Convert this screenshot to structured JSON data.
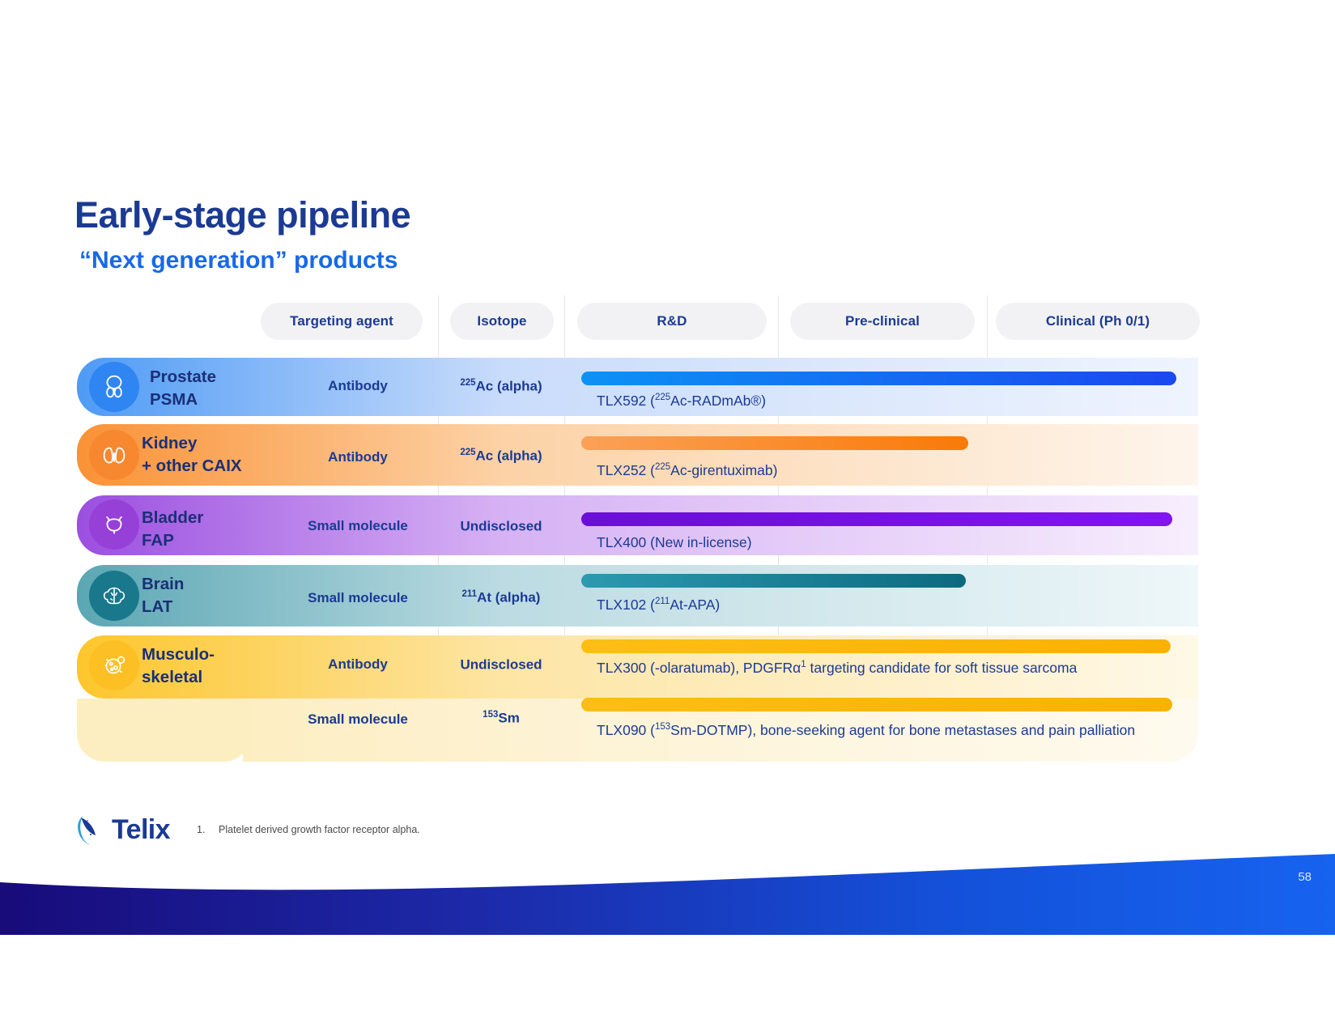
{
  "header": {
    "title": "Early-stage pipeline",
    "subtitle": "“Next generation” products"
  },
  "columns": [
    {
      "label": "Targeting agent"
    },
    {
      "label": "Isotope"
    },
    {
      "label": "R&D"
    },
    {
      "label": "Pre-clinical"
    },
    {
      "label": "Clinical (Ph 0/1)"
    }
  ],
  "rows": [
    {
      "indication": "Prostate",
      "target": "PSMA",
      "icon": "prostate-icon",
      "agent": "Antibody",
      "isotope_sup": "225",
      "isotope": "Ac (alpha)",
      "accent": "#2f86f2",
      "band_from": "#4e9bf5",
      "band_to": "#eff4fe"
    },
    {
      "indication": "Kidney",
      "target": "+ other CAIX",
      "icon": "kidney-icon",
      "agent": "Antibody",
      "isotope_sup": "225",
      "isotope": "Ac (alpha)",
      "accent": "#f7882f",
      "band_from": "#fa9236",
      "band_to": "#fef5ec"
    },
    {
      "indication": "Bladder",
      "target": "FAP",
      "icon": "bladder-icon",
      "agent": "Small molecule",
      "isotope_sup": "",
      "isotope": "Undisclosed",
      "accent": "#9b4fe0",
      "band_from": "#9b4fe0",
      "band_to": "#f7eefd"
    },
    {
      "indication": "Brain",
      "target": "LAT",
      "icon": "brain-icon",
      "agent": "Small molecule",
      "isotope_sup": "211",
      "isotope": "At (alpha)",
      "accent": "#1b7e91",
      "band_from": "#5aa7b3",
      "band_to": "#eef7f9"
    },
    {
      "indication": "Musculo-",
      "target": "skeletal",
      "icon": "musculoskeletal-icon",
      "agent": "Antibody",
      "isotope_sup": "",
      "isotope": "Undisclosed",
      "accent": "#fcc024",
      "band_from": "#fdc62c",
      "band_to": "#fef8e6"
    }
  ],
  "subrow": {
    "agent": "Small molecule",
    "isotope_sup": "153",
    "isotope": "Sm"
  },
  "bars": [
    {
      "program": "TLX592",
      "label_prefix": "TLX592 (",
      "label_sup": "225",
      "label_suffix": "Ac-RADmAb®)",
      "color_from": "#0d92f4",
      "color_to": "#1a48ef",
      "reaches": "Clinical (Ph 0/1)"
    },
    {
      "program": "TLX252",
      "label_prefix": "TLX252 (",
      "label_sup": "225",
      "label_suffix": "Ac-girentuximab)",
      "color_from": "#fba157",
      "color_to": "#f97a07",
      "reaches": "Pre-clinical"
    },
    {
      "program": "TLX400",
      "label_prefix": "TLX400 (New in-license)",
      "label_sup": "",
      "label_suffix": "",
      "color_from": "#6a0fd6",
      "color_to": "#8015f0",
      "reaches": "Clinical (Ph 0/1)"
    },
    {
      "program": "TLX102",
      "label_prefix": "TLX102 (",
      "label_sup": "211",
      "label_suffix": "At-APA)",
      "color_from": "#2c9ab0",
      "color_to": "#0c6a80",
      "reaches": "Pre-clinical"
    },
    {
      "program": "TLX300",
      "label_prefix": "TLX300 (-olaratumab), PDGFRα",
      "label_sup": "1",
      "label_suffix": " targeting candidate for soft tissue sarcoma",
      "color_from": "#fcbe15",
      "color_to": "#f9b200",
      "reaches": "Clinical (Ph 0/1)"
    },
    {
      "program": "TLX090",
      "label_prefix": "TLX090 (",
      "label_sup": "153",
      "label_suffix": "Sm-DOTMP), bone-seeking agent for bone metastases and pain palliation",
      "color_from": "#fcbe15",
      "color_to": "#f9b200",
      "reaches": "Clinical (Ph 0/1)"
    }
  ],
  "footer": {
    "logo_text": "Telix",
    "footnote_number": "1.",
    "footnote_text": "Platelet derived growth factor receptor alpha.",
    "page_number": "58"
  }
}
